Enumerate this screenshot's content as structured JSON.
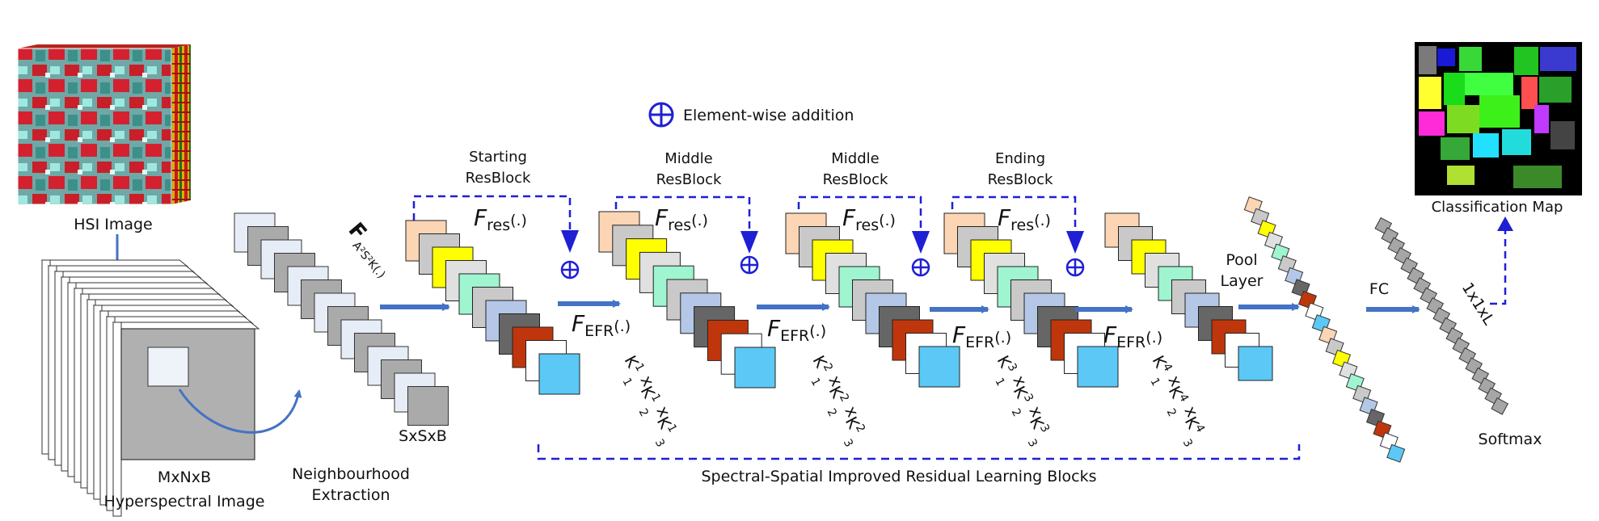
{
  "labels": {
    "hsi_image": "HSI Image",
    "cube_dims": "MxNxB",
    "cube_name": "Hyperspectral Image",
    "neigh_line1": "Neighbourhood",
    "neigh_line2": "Extraction",
    "patch_dims": "SxSxB",
    "input_func": "F",
    "input_func_sub": "A²S²K(.)",
    "legend_addition": "Element-wise addition",
    "pool_line1": "Pool",
    "pool_line2": "Layer",
    "fc": "FC",
    "output_dims": "1x1xL",
    "softmax": "Softmax",
    "classification_map": "Classification Map",
    "group_label": "Spectral-Spatial Improved Residual Learning Blocks"
  },
  "blocks": [
    {
      "title1": "Starting",
      "title2": "ResBlock",
      "fres": "F",
      "fres_sub": "res",
      "fres_arg": "(.)",
      "fefr": "F",
      "fefr_sub": "EFR",
      "fefr_arg": "(.)",
      "kernel": [
        "K",
        "1",
        "1",
        "x",
        "K",
        "1",
        "2",
        "x",
        "K",
        "1",
        "3"
      ]
    },
    {
      "title1": "Middle",
      "title2": "ResBlock",
      "fres": "F",
      "fres_sub": "res",
      "fres_arg": "(.)",
      "fefr": "F",
      "fefr_sub": "EFR",
      "fefr_arg": "(.)",
      "kernel": [
        "K",
        "2",
        "1",
        "x",
        "K",
        "2",
        "2",
        "x",
        "K",
        "2",
        "3"
      ]
    },
    {
      "title1": "Middle",
      "title2": "ResBlock",
      "fres": "F",
      "fres_sub": "res",
      "fres_arg": "(.)",
      "fefr": "F",
      "fefr_sub": "EFR",
      "fefr_arg": "(.)",
      "kernel": [
        "K",
        "3",
        "1",
        "x",
        "K",
        "3",
        "2",
        "x",
        "K",
        "3",
        "3"
      ]
    },
    {
      "title1": "Ending",
      "title2": "ResBlock",
      "fres": "F",
      "fres_sub": "res",
      "fres_arg": "(.)",
      "fefr": "F",
      "fefr_sub": "EFR",
      "fefr_arg": "(.)",
      "kernel": [
        "K",
        "4",
        "1",
        "x",
        "K",
        "4",
        "2",
        "x",
        "K",
        "4",
        "3"
      ]
    }
  ],
  "colors": {
    "arrow": "#4472c4",
    "dashed": "#1f1fd6",
    "block_layers": [
      "#fcd5b4",
      "#c9c9c9",
      "#ffff00",
      "#e0e0e0",
      "#9ef5d0",
      "#c9c9c9",
      "#b4c7e7",
      "#666666",
      "#c0360c",
      "#ffffff",
      "#5bc8f5"
    ],
    "neigh_layers": [
      "#e6edf7",
      "#aaaaaa"
    ],
    "fc_square": "#a6a6a6"
  }
}
